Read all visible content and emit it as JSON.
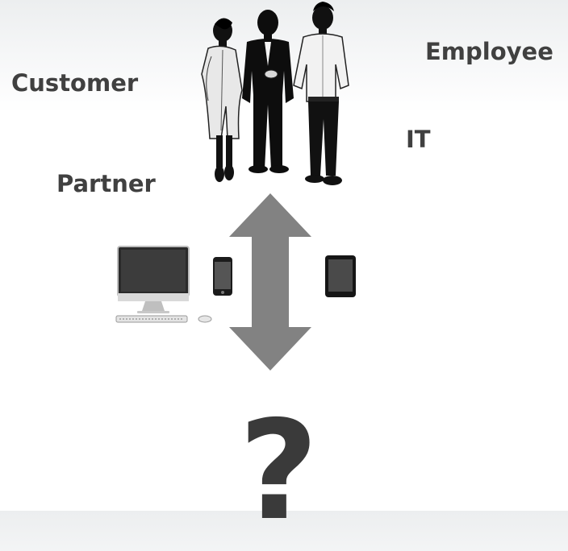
{
  "roles": {
    "customer": "Customer",
    "employee": "Employee",
    "it": "IT",
    "partner": "Partner"
  },
  "center": {
    "symbol": "?"
  },
  "icons": {
    "people": "people-group-icon",
    "arrow": "bidirectional-arrow-icon",
    "desktop": "desktop-computer-icon",
    "phone": "smartphone-icon",
    "tablet": "tablet-icon"
  },
  "colors": {
    "text": "#404040",
    "arrow": "#828282",
    "question": "#3a3a3a"
  }
}
